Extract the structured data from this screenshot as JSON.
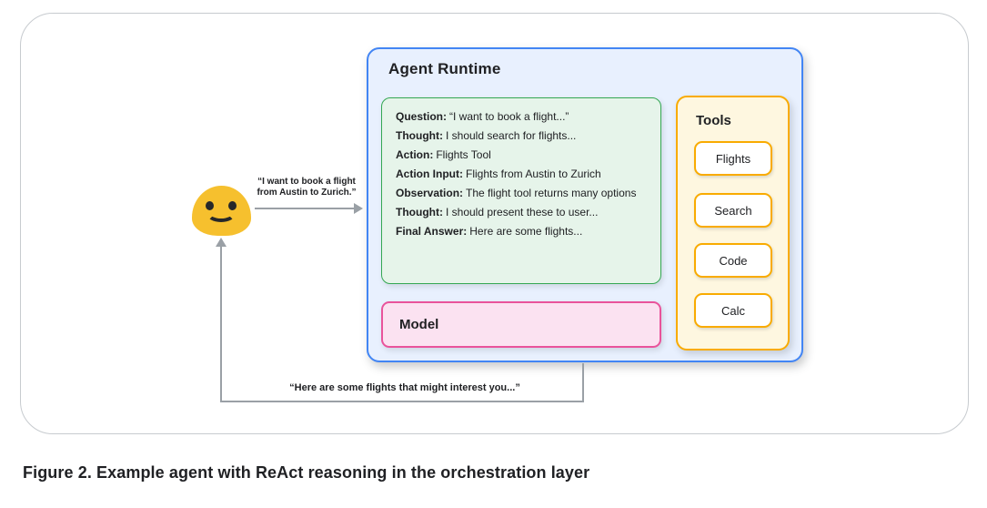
{
  "caption": "Figure 2. Example agent with ReAct reasoning in the orchestration layer",
  "user": {
    "icon": "smiley-blob-emoji",
    "request": {
      "line1": "“I want to book a flight",
      "line2": "from Austin to Zurich.”"
    },
    "response": "“Here are some flights that might interest you...”"
  },
  "agent_runtime": {
    "title": "Agent Runtime",
    "react_trace": {
      "lines": [
        {
          "label": "Question:",
          "text": "“I want to book a flight...”"
        },
        {
          "label": "Thought:",
          "text": "I should search for flights..."
        },
        {
          "label": "Action:",
          "text": "Flights Tool"
        },
        {
          "label": "Action Input:",
          "text": "Flights from Austin to Zurich"
        },
        {
          "label": "Observation:",
          "text": "The flight tool returns many options"
        },
        {
          "label": "Thought:",
          "text": "I should present these to user..."
        },
        {
          "label": "Final Answer:",
          "text": "Here are some flights..."
        }
      ]
    },
    "model": {
      "label": "Model"
    },
    "tools": {
      "title": "Tools",
      "items": [
        "Flights",
        "Search",
        "Code",
        "Calc"
      ]
    }
  },
  "colors": {
    "agent_border": "#4285F4",
    "agent_bg": "#E8F0FE",
    "react_border": "#34A853",
    "react_bg": "#E6F4EA",
    "model_border": "#E9539B",
    "model_bg": "#FBE2F1",
    "tools_border": "#F9AB00",
    "tools_bg": "#FEF7E0",
    "arrow": "#9AA0A6",
    "emoji": "#F6C02E",
    "frame_border": "#C7CBCF"
  }
}
